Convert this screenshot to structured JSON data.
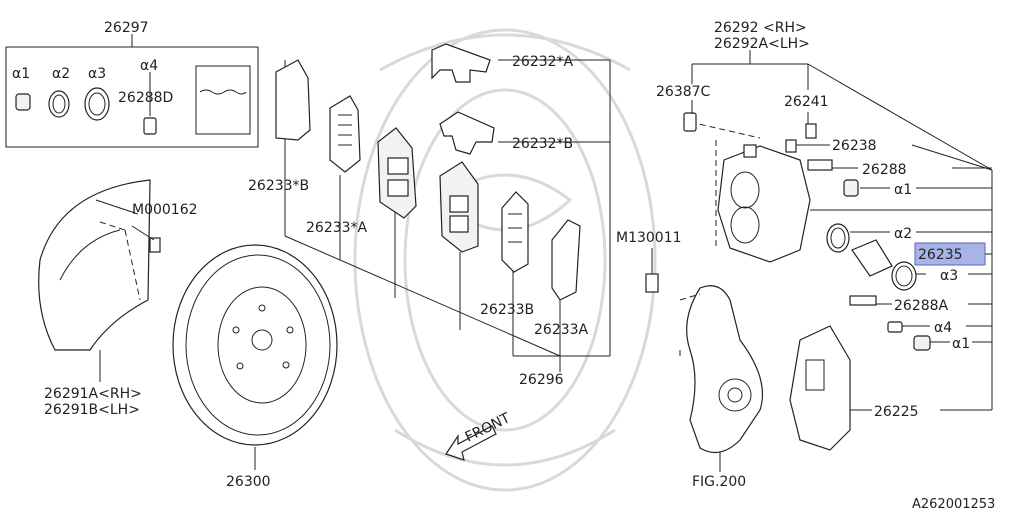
{
  "labels": {
    "p26297": "26297",
    "a1_box": "α1",
    "a2_box": "α2",
    "a3_box": "α3",
    "a4_box": "α4",
    "p26288D": "26288D",
    "p26232A": "26232*A",
    "p26232B": "26232*B",
    "p26233B_star": "26233*B",
    "p26233A_star": "26233*A",
    "p26233B": "26233B",
    "p26233A": "26233A",
    "p26296": "26296",
    "m000162": "M000162",
    "p26291A": "26291A<RH>",
    "p26291B": "26291B<LH>",
    "p26300": "26300",
    "front": "FRONT",
    "m130011": "M130011",
    "p26292": "26292 <RH>",
    "p26292A": "26292A<LH>",
    "p26387C": "26387C",
    "p26241": "26241",
    "p26238": "26238",
    "p26288": "26288",
    "a1_r1": "α1",
    "a2_r": "α2",
    "p26235": "26235",
    "a3_r": "α3",
    "p26288A": "26288A",
    "a4_r": "α4",
    "a1_r2": "α1",
    "p26225": "26225",
    "fig200": "FIG.200",
    "diagram_id": "A262001253"
  },
  "highlight_color": "#a9b4e6"
}
